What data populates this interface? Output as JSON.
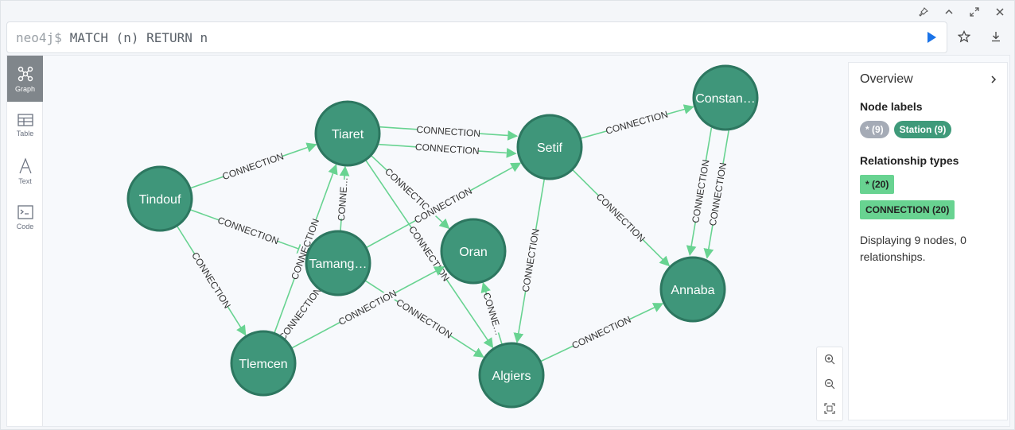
{
  "window_controls": [
    "pin-icon",
    "collapse-icon",
    "expand-icon",
    "close-icon"
  ],
  "query": {
    "prompt": "neo4j$",
    "text": "MATCH (n) RETURN n"
  },
  "sidebar": [
    {
      "id": "graph",
      "label": "Graph",
      "active": true
    },
    {
      "id": "table",
      "label": "Table"
    },
    {
      "id": "text",
      "label": "Text"
    },
    {
      "id": "code",
      "label": "Code"
    }
  ],
  "overview": {
    "title": "Overview",
    "node_labels_heading": "Node labels",
    "node_labels": [
      {
        "text": "* (9)"
      },
      {
        "text": "Station (9)"
      }
    ],
    "rel_types_heading": "Relationship types",
    "rel_types": [
      {
        "text": "* (20)"
      },
      {
        "text": "CONNECTION (20)"
      }
    ],
    "description": "Displaying 9 nodes, 0 relationships."
  },
  "graph": {
    "node_color": "#3f967a",
    "node_border": "#2d7760",
    "edge_color": "#68d391",
    "nodes": [
      {
        "id": "tindouf",
        "label": "Tindouf"
      },
      {
        "id": "tiaret",
        "label": "Tiaret"
      },
      {
        "id": "setif",
        "label": "Setif"
      },
      {
        "id": "constantine",
        "label": "Constan…"
      },
      {
        "id": "tamanghasset",
        "label": "Tamang…"
      },
      {
        "id": "oran",
        "label": "Oran"
      },
      {
        "id": "annaba",
        "label": "Annaba"
      },
      {
        "id": "tlemcen",
        "label": "Tlemcen"
      },
      {
        "id": "algiers",
        "label": "Algiers"
      }
    ],
    "edges": [
      {
        "from": "tindouf",
        "to": "tiaret",
        "label": "CONNECTION"
      },
      {
        "from": "tindouf",
        "to": "tamanghasset",
        "label": "CONNECTION"
      },
      {
        "from": "tindouf",
        "to": "tlemcen",
        "label": "CONNECTION"
      },
      {
        "from": "tiaret",
        "to": "setif",
        "label": "CONNECTION"
      },
      {
        "from": "tiaret",
        "to": "setif",
        "label": "CONNECTION"
      },
      {
        "from": "tiaret",
        "to": "oran",
        "label": "CONNECTION"
      },
      {
        "from": "tiaret",
        "to": "algiers",
        "label": "CONNECTION"
      },
      {
        "from": "tamanghasset",
        "to": "tiaret",
        "label": "CONNE…"
      },
      {
        "from": "tamanghasset",
        "to": "setif",
        "label": "CONNECTION"
      },
      {
        "from": "tamanghasset",
        "to": "algiers",
        "label": "CONNECTION"
      },
      {
        "from": "tlemcen",
        "to": "tiaret",
        "label": "CONNECTION"
      },
      {
        "from": "tlemcen",
        "to": "tamanghasset",
        "label": "CONNECTION"
      },
      {
        "from": "tlemcen",
        "to": "oran",
        "label": "CONNECTION"
      },
      {
        "from": "setif",
        "to": "constantine",
        "label": "CONNECTION"
      },
      {
        "from": "setif",
        "to": "annaba",
        "label": "CONNECTION"
      },
      {
        "from": "setif",
        "to": "algiers",
        "label": "CONNECTION"
      },
      {
        "from": "constantine",
        "to": "annaba",
        "label": "CONNECTION"
      },
      {
        "from": "constantine",
        "to": "annaba",
        "label": "CONNECTION"
      },
      {
        "from": "algiers",
        "to": "oran",
        "label": "CONNE…"
      },
      {
        "from": "algiers",
        "to": "annaba",
        "label": "CONNECTION"
      }
    ]
  }
}
